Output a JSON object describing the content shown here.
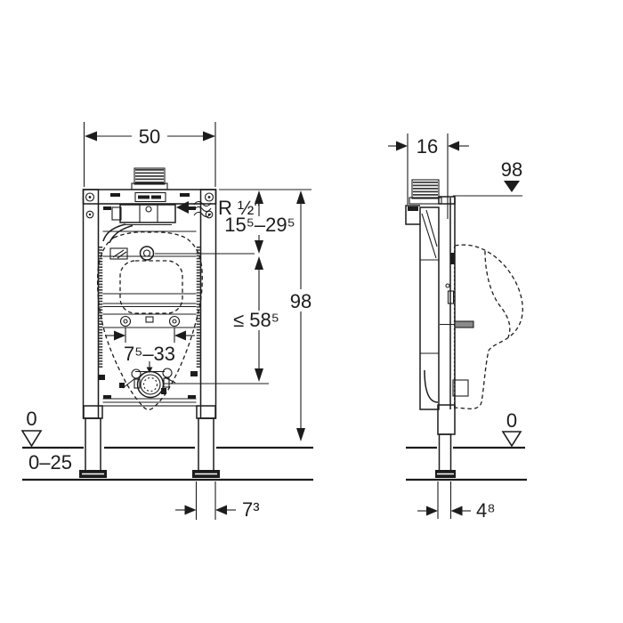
{
  "front_view": {
    "width_label": "50",
    "supply_thread_label": "R ½″",
    "inlet_height_range_label": "15⁵–29⁵",
    "overall_height_label": "98",
    "drain_height_limit_label": "≤ 58⁵",
    "outlet_offset_range_label": "7⁵–33",
    "floor_datum_label": "0",
    "floor_buildup_range_label": "0–25",
    "foot_width_label": "7³"
  },
  "side_view": {
    "depth_label": "16",
    "height_marker_label": "98",
    "floor_datum_label": "0",
    "foot_depth_label": "4⁸"
  },
  "colors": {
    "line": "#1c1c1c",
    "background": "#ffffff"
  }
}
